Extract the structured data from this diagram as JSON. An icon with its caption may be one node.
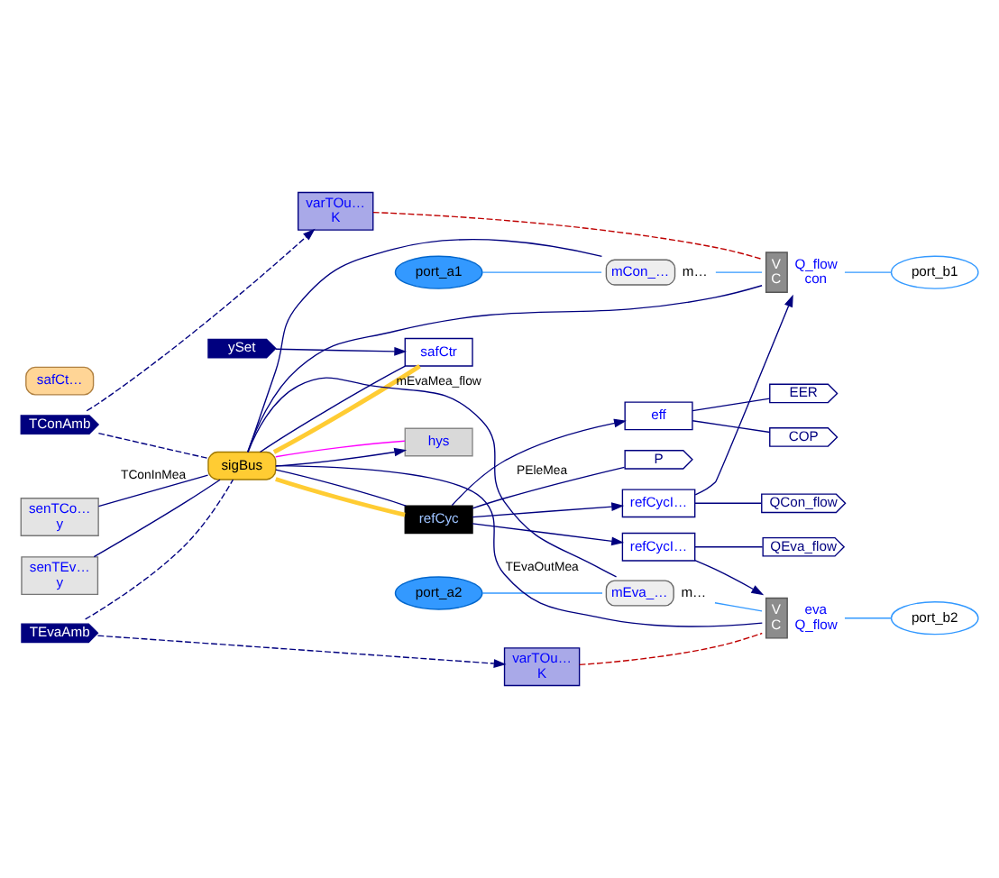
{
  "diagram": {
    "nodes": [
      {
        "text": [
          "varTOu…",
          "K"
        ]
      },
      {
        "text": [
          "QCon_flow"
        ]
      },
      {
        "text": [
          "TConAmb"
        ]
      },
      {
        "text": [
          "mCon_…"
        ],
        "beside": [
          "m…"
        ]
      },
      {
        "text": [
          "V",
          "C"
        ],
        "beside": [
          "Q_flow",
          "con"
        ]
      },
      {
        "text": [
          "port_a1"
        ]
      },
      {
        "text": [
          "port_b1"
        ]
      },
      {
        "text": [
          "refCycI…"
        ]
      },
      {
        "text": [
          "senTCo…",
          "y"
        ]
      },
      {
        "text": [
          "eff"
        ]
      },
      {
        "text": [
          "COP"
        ]
      },
      {
        "text": [
          "ySet"
        ]
      },
      {
        "text": [
          "senTEv…",
          "y"
        ]
      },
      {
        "text": [
          "refCyc"
        ]
      },
      {
        "text": [
          "safCtr"
        ]
      },
      {
        "text": [
          "safCt…"
        ]
      },
      {
        "text": [
          "P"
        ]
      },
      {
        "text": [
          "EER"
        ]
      },
      {
        "text": [
          "sigBus"
        ]
      },
      {
        "text": [
          "refCycI…"
        ]
      },
      {
        "text": [
          "mEva_…"
        ],
        "beside": [
          "m…"
        ]
      },
      {
        "text": [
          "port_a2"
        ]
      },
      {
        "text": [
          "port_b2"
        ]
      },
      {
        "text": [
          "hys"
        ]
      },
      {
        "text": [
          "V",
          "C"
        ],
        "beside": [
          "eva",
          "Q_flow"
        ]
      },
      {
        "text": [
          "varTOu…",
          "K"
        ]
      },
      {
        "text": [
          "TEvaAmb"
        ]
      },
      {
        "text": [
          "QEva_flow"
        ]
      }
    ],
    "edges": [
      {
        "from": 2,
        "to": 0,
        "arrow": "to",
        "style": "dashed"
      },
      {
        "from": 2,
        "to": 18,
        "arrow": "none",
        "style": "dashed"
      },
      {
        "from": 0,
        "to": 4,
        "arrow": "none",
        "style": "dashed",
        "color": "#bf0000"
      },
      {
        "from": 5,
        "to": 3,
        "arrow": "none",
        "color": "#3399ff"
      },
      {
        "from": 3,
        "to": 4,
        "arrow": "none",
        "color": "#3399ff"
      },
      {
        "from": 4,
        "to": 6,
        "arrow": "none",
        "color": "#3399ff"
      },
      {
        "from": 3,
        "to": 18,
        "arrow": "none"
      },
      {
        "from": 8,
        "to": 18,
        "arrow": "none",
        "label": "TConInMea"
      },
      {
        "from": 12,
        "to": 18,
        "arrow": "none"
      },
      {
        "from": 4,
        "to": 18,
        "arrow": "none"
      },
      {
        "from": 13,
        "to": 7,
        "arrow": "to"
      },
      {
        "from": 7,
        "to": 4,
        "arrow": "to"
      },
      {
        "from": 7,
        "to": 1,
        "arrow": "none"
      },
      {
        "from": 13,
        "to": 9,
        "arrow": "to"
      },
      {
        "from": 13,
        "to": 16,
        "arrow": "none",
        "label": "PEleMea"
      },
      {
        "from": 13,
        "to": 18,
        "arrow": "none"
      },
      {
        "from": 9,
        "to": 10,
        "arrow": "none"
      },
      {
        "from": 9,
        "to": 17,
        "arrow": "none"
      },
      {
        "from": 11,
        "to": 14,
        "arrow": "to"
      },
      {
        "from": 18,
        "to": 14,
        "arrow": "none",
        "style": "thick",
        "color": "#ffcc33"
      },
      {
        "from": 14,
        "to": 18,
        "arrow": "none"
      },
      {
        "from": 18,
        "to": 13,
        "arrow": "none",
        "style": "thick",
        "color": "#ffcc33"
      },
      {
        "from": 18,
        "to": 23,
        "arrow": "to"
      },
      {
        "from": 23,
        "to": 18,
        "arrow": "none",
        "color": "#ff00ff"
      },
      {
        "from": 13,
        "to": 19,
        "arrow": "to"
      },
      {
        "from": 19,
        "to": 24,
        "arrow": "to"
      },
      {
        "from": 19,
        "to": 27,
        "arrow": "none"
      },
      {
        "from": 21,
        "to": 20,
        "arrow": "none",
        "color": "#3399ff"
      },
      {
        "from": 20,
        "to": 24,
        "arrow": "none",
        "color": "#3399ff"
      },
      {
        "from": 24,
        "to": 22,
        "arrow": "none",
        "color": "#3399ff"
      },
      {
        "from": 20,
        "to": 18,
        "arrow": "none",
        "label": "mEvaMea_flow"
      },
      {
        "from": 24,
        "to": 18,
        "arrow": "none",
        "label": "TEvaOutMea"
      },
      {
        "from": 26,
        "to": 25,
        "arrow": "to",
        "style": "dashed"
      },
      {
        "from": 26,
        "to": 18,
        "arrow": "none",
        "style": "dashed"
      },
      {
        "from": 25,
        "to": 24,
        "arrow": "none",
        "style": "dashed",
        "color": "#bf0000"
      }
    ]
  }
}
